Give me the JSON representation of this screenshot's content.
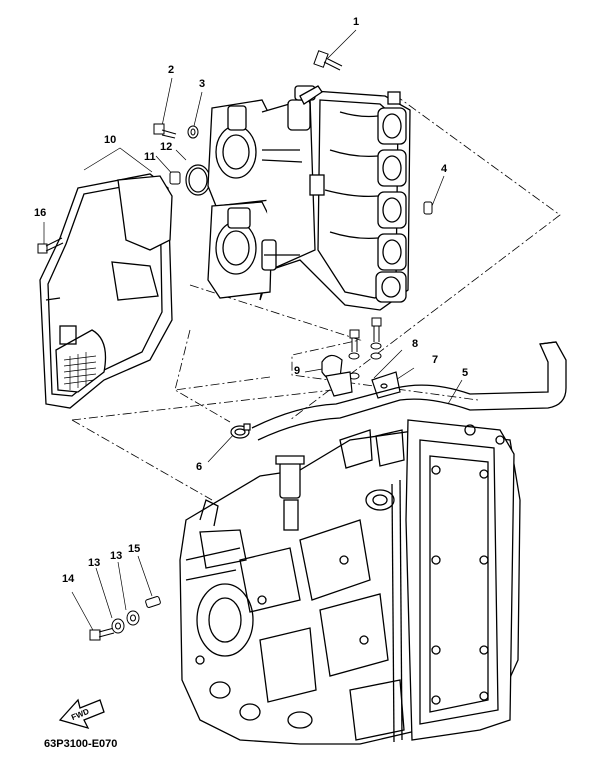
{
  "diagram": {
    "drawing_code": "63P3100-E070",
    "fwd_label": "FWD",
    "callouts": {
      "c1": "1",
      "c2": "2",
      "c3": "3",
      "c4": "4",
      "c5": "5",
      "c6": "6",
      "c7": "7",
      "c8": "8",
      "c9": "9",
      "c10": "10",
      "c11": "11",
      "c12": "12",
      "c13a": "13",
      "c13b": "13",
      "c14": "14",
      "c15": "15",
      "c16": "16"
    }
  }
}
